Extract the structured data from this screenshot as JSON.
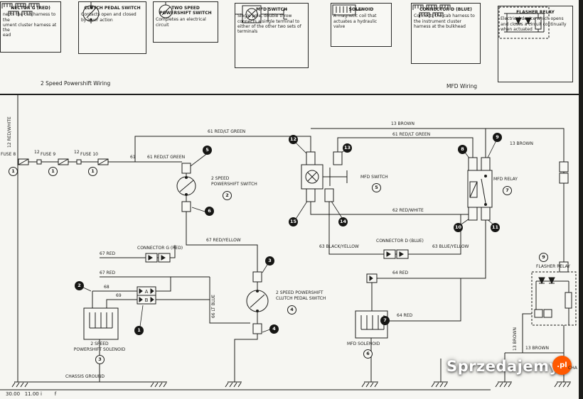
{
  "legend": [
    {
      "title": "NECTOR G (RED)",
      "body": "nects the cab harness to the\nument cluster harness at the\nead"
    },
    {
      "title": "CLUTCH PEDAL SWITCH",
      "body": "Contacts open and closed\nby lever action"
    },
    {
      "title": "TWO SPEED\nPOWERSHIFT SWITCH",
      "body": "Completes an electrical circuit"
    },
    {
      "title": "MFD SWITCH",
      "body": "Single pole, double throw connects a single terminal to either of the other two sets of terminals"
    },
    {
      "title": "SOLENOID",
      "body": "A magnetic coil that\nactuates a hydraulic valve"
    },
    {
      "title": "CONNECTOR D (BLUE)",
      "body": "Connects the cab harness to the instrument cluster harness at the bulkhead"
    },
    {
      "title": "FLASHER RELAY",
      "body": "Electrical device which opens and closes a circuit continually when actuated"
    }
  ],
  "sections": {
    "left": "2 Speed Powershift Wiring",
    "right": "MFD Wiring"
  },
  "fuses": {
    "f8": "FUSE 8",
    "f9": "FUSE 9",
    "f10": "FUSE 10",
    "num": "1"
  },
  "wires": {
    "w12v": "12 RED/WHITE",
    "w12a": "12",
    "w12b": "12",
    "w61": "61",
    "w61a": "61 RED/LT GREEN",
    "w61b": "61 RED/LT GREEN",
    "w61c": "61 RED/LT GREEN",
    "w13a": "13 BROWN",
    "w13b": "13 BROWN",
    "w13v": "13 BROWN",
    "w13c": "13 BROWN",
    "w62": "62 RED/WHITE",
    "w67ry": "67 RED/YELLOW",
    "w67a": "67 RED",
    "w67b": "67 RED",
    "w68": "68",
    "w69": "69",
    "w66": "66 LT BLUE",
    "w63a": "63 BLACK/YELLOW",
    "w63b": "63 BLUE/YELLOW",
    "w64a": "64 RED",
    "w64b": "64 RED"
  },
  "connectors": {
    "g": "CONNECTOR G (RED)",
    "d": "CONNECTOR D (BLUE)",
    "pin_a": "A",
    "pin_b": "B"
  },
  "components": {
    "ps_switch": {
      "l1": "2 SPEED",
      "l2": "POWERSHIFT SWITCH",
      "num": "2"
    },
    "mfd_switch": {
      "label": "MFD SWITCH",
      "num": "5"
    },
    "mfd_relay": {
      "label": "MFD RELAY",
      "num": "7"
    },
    "clutch": {
      "l1": "2 SPEED POWERSHIFT",
      "l2": "CLUTCH PEDAL SWITCH",
      "num": "4"
    },
    "ps_sol": {
      "l1": "2 SPEED",
      "l2": "POWERSHIFT SOLENOID",
      "num": "3"
    },
    "mfd_sol": {
      "label": "MFD SOLENOID",
      "num": "6"
    },
    "flasher": {
      "label": "FLASHER RELAY",
      "num": "9"
    }
  },
  "balloons": {
    "b1": "1",
    "b2": "2",
    "b3": "3",
    "b4": "4",
    "b5": "5",
    "b6": "6",
    "b7": "7",
    "b8": "8",
    "b9": "9",
    "b10": "10",
    "b11": "11",
    "b12": "12",
    "b13": "13",
    "b14": "14",
    "b15": "15"
  },
  "ground_label": "CHASSIS GROUND",
  "watermark": {
    "name": "Sprzedajemy",
    "tld": ".pl"
  },
  "edge_label": "CHA",
  "footer": "30.00   11.00 i        f"
}
